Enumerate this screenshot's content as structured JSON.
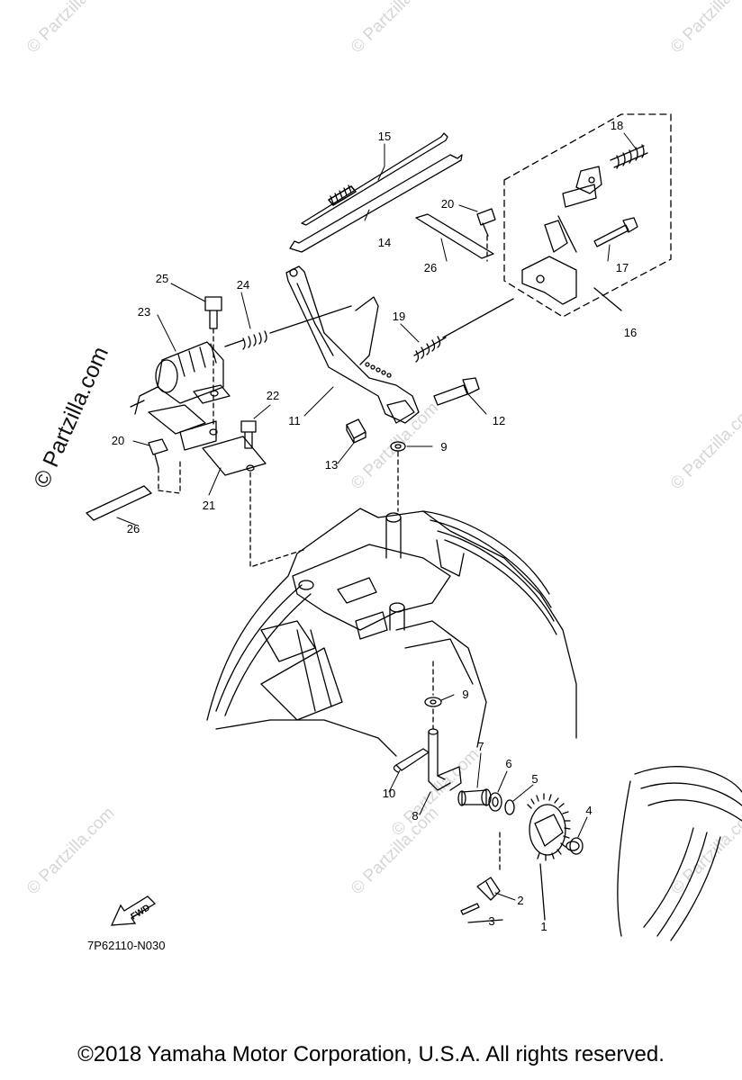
{
  "watermark": "© Partzilla.com",
  "diagram_code": "7P62110-N030",
  "fwd_label": "FWD",
  "footer": "©2018  Yamaha Motor Corporation, U.S.A. All rights reserved.",
  "callouts": [
    "1",
    "2",
    "3",
    "4",
    "5",
    "6",
    "7",
    "8",
    "9",
    "9",
    "10",
    "11",
    "12",
    "13",
    "14",
    "15",
    "16",
    "17",
    "18",
    "19",
    "20",
    "20",
    "21",
    "22",
    "23",
    "24",
    "25",
    "26",
    "26"
  ]
}
